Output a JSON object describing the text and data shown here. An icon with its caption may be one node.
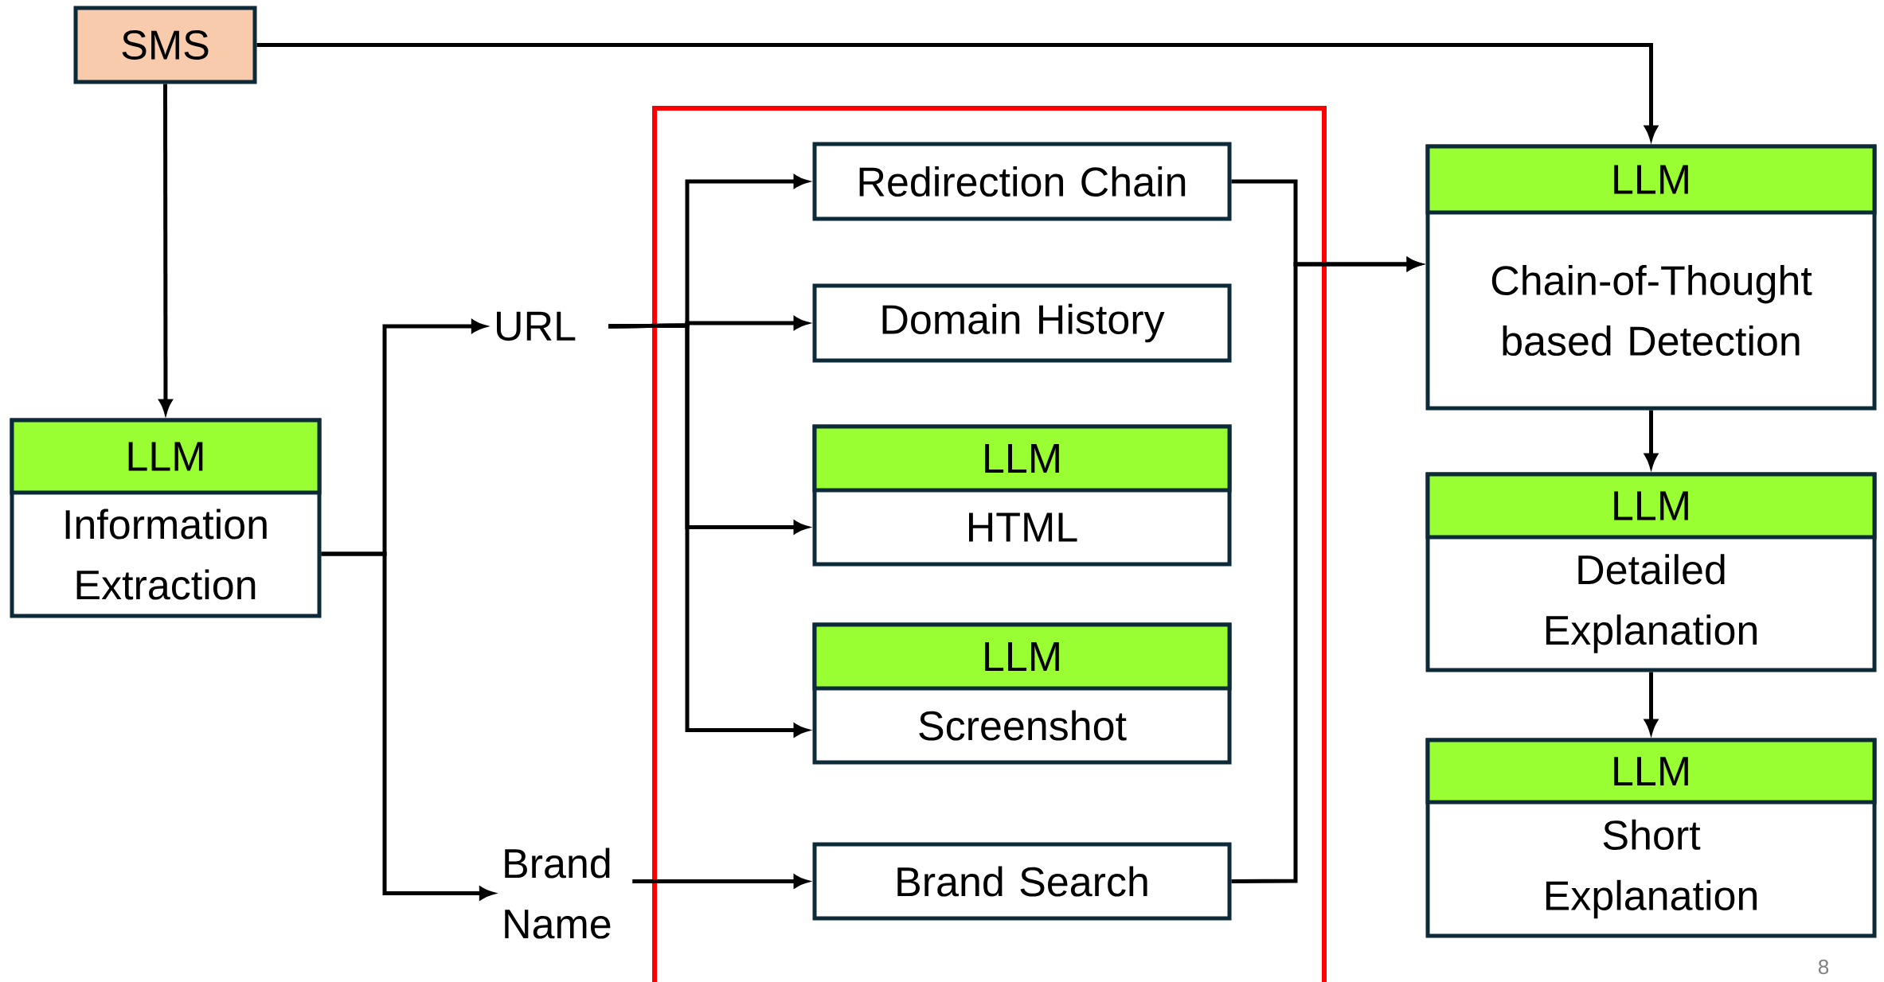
{
  "diagram": {
    "nodes": [
      {
        "text": [
          "SMS"
        ]
      },
      {
        "text": [
          "LLM",
          "Information Extraction"
        ]
      },
      {
        "text": [
          "URL"
        ]
      },
      {
        "text": [
          "Brand Name"
        ]
      },
      {
        "text": [],
        "shape": "box"
      },
      {
        "text": [
          "Redirection Chain"
        ],
        "in": 4
      },
      {
        "text": [
          "Domain History"
        ],
        "in": 4
      },
      {
        "text": [
          "LLM",
          "HTML"
        ],
        "in": 4
      },
      {
        "text": [
          "LLM",
          "Screenshot"
        ],
        "in": 4
      },
      {
        "text": [
          "Brand Search"
        ],
        "in": 4
      },
      {
        "text": [
          "LLM",
          "Chain-of-Thought based Detection"
        ]
      },
      {
        "text": [
          "LLM",
          "Detailed Explanation"
        ]
      },
      {
        "text": [
          "LLM",
          "Short Explanation"
        ]
      }
    ],
    "edges": [
      {
        "from": 0,
        "to": 1,
        "arrow": "to"
      },
      {
        "from": 0,
        "to": 10,
        "arrow": "to"
      },
      {
        "from": 1,
        "to": 2,
        "arrow": "to"
      },
      {
        "from": 1,
        "to": 3,
        "arrow": "to"
      },
      {
        "from": 2,
        "to": 5,
        "arrow": "to"
      },
      {
        "from": 2,
        "to": 6,
        "arrow": "to"
      },
      {
        "from": 2,
        "to": 7,
        "arrow": "to"
      },
      {
        "from": 2,
        "to": 8,
        "arrow": "to"
      },
      {
        "from": 3,
        "to": 9,
        "arrow": "to"
      },
      {
        "from": 5,
        "to": 10,
        "arrow": "to"
      },
      {
        "from": 9,
        "to": 10,
        "arrow": "to"
      },
      {
        "from": 10,
        "to": 11,
        "arrow": "to"
      },
      {
        "from": 11,
        "to": 12,
        "arrow": "to"
      }
    ],
    "labels": [
      "8"
    ]
  }
}
